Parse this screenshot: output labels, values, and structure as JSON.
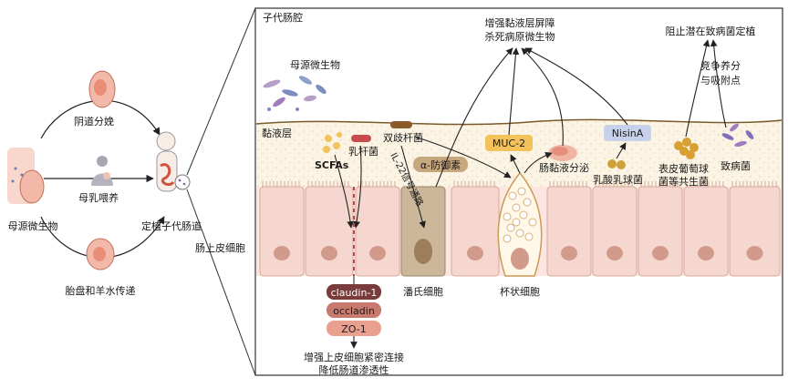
{
  "left": {
    "vaginal_birth": "阴道分娩",
    "breast_feeding": "母乳喂养",
    "placenta_amniotic": "胎盘和羊水传递",
    "maternal_microbes": "母源微生物",
    "colonize_gut": "定植子代肠道"
  },
  "panel": {
    "title": "子代肠腔",
    "maternal_microbes": "母源微生物",
    "mucus_layer": "黏液层",
    "epithelial_cells": "肠上皮细胞",
    "scfas": "SCFAs",
    "lactobacillus": "乳杆菌",
    "bifidobacterium": "双歧杆菌",
    "il22_pathway": "IL-22信号通路",
    "alpha_defensin": "α-防御素",
    "muc2": "MUC-2",
    "mucus_secretion": "肠黏液分泌",
    "nisin": "NisinA",
    "lactococcus": "乳酸乳球菌",
    "staph_line1": "表皮葡萄球",
    "staph_line2": "菌等共生菌",
    "pathogen": "致病菌",
    "top_center_line1": "增强黏液层屏障",
    "top_center_line2": "杀死病原微生物",
    "top_right": "阻止潜在致病菌定植",
    "compete_line1": "竞争养分",
    "compete_line2": "与吸附点",
    "paneth": "潘氏细胞",
    "goblet": "杯状细胞",
    "claudin": "claudin-1",
    "occludin": "occladin",
    "zo1": "ZO-1",
    "bottom_line1": "增强上皮细胞紧密连接",
    "bottom_line2": "降低肠道渗透性"
  },
  "colors": {
    "cell_fill": "#f6d7cf",
    "cell_stroke": "#d8a89c",
    "nucleus": "#d29a8a",
    "mucus_line": "#7a5a2a",
    "frame": "#333333",
    "claudin": "#7a3b3b",
    "occludin": "#c97a6f",
    "zo1": "#eaa08f",
    "paneth": "#c9b598",
    "muc2": "#f3c25a",
    "nisin": "#c7d1ea"
  }
}
